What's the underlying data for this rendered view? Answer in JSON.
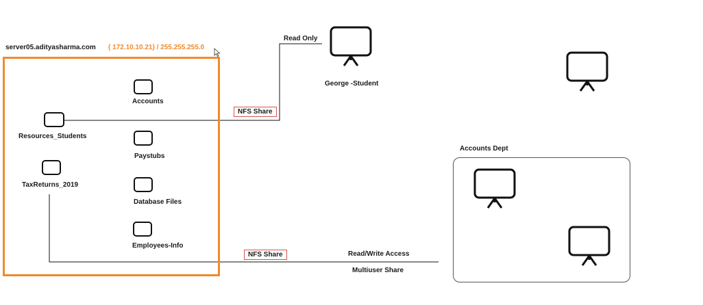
{
  "server": {
    "hostname": "server05.adityasharma.com",
    "address": "( 172.10.10.21) / 255.255.255.0"
  },
  "folders": {
    "accounts": "Accounts",
    "paystubs": "Paystubs",
    "database_files": "Database Files",
    "employees_info": "Employees-Info",
    "resources_students": "Resources_Students",
    "taxreturns_2019": "TaxReturns_2019"
  },
  "shares": {
    "top_label": "NFS Share",
    "bottom_label": "NFS Share",
    "read_only": "Read Only",
    "read_write": "Read/Write Access",
    "multiuser": "Multiuser Share"
  },
  "clients": {
    "george": "George -Student",
    "accounts_dept": "Accounts Dept"
  },
  "colors": {
    "server_box": "#f08a2c",
    "nfs_border": "#d9534f",
    "line": "#111111"
  }
}
